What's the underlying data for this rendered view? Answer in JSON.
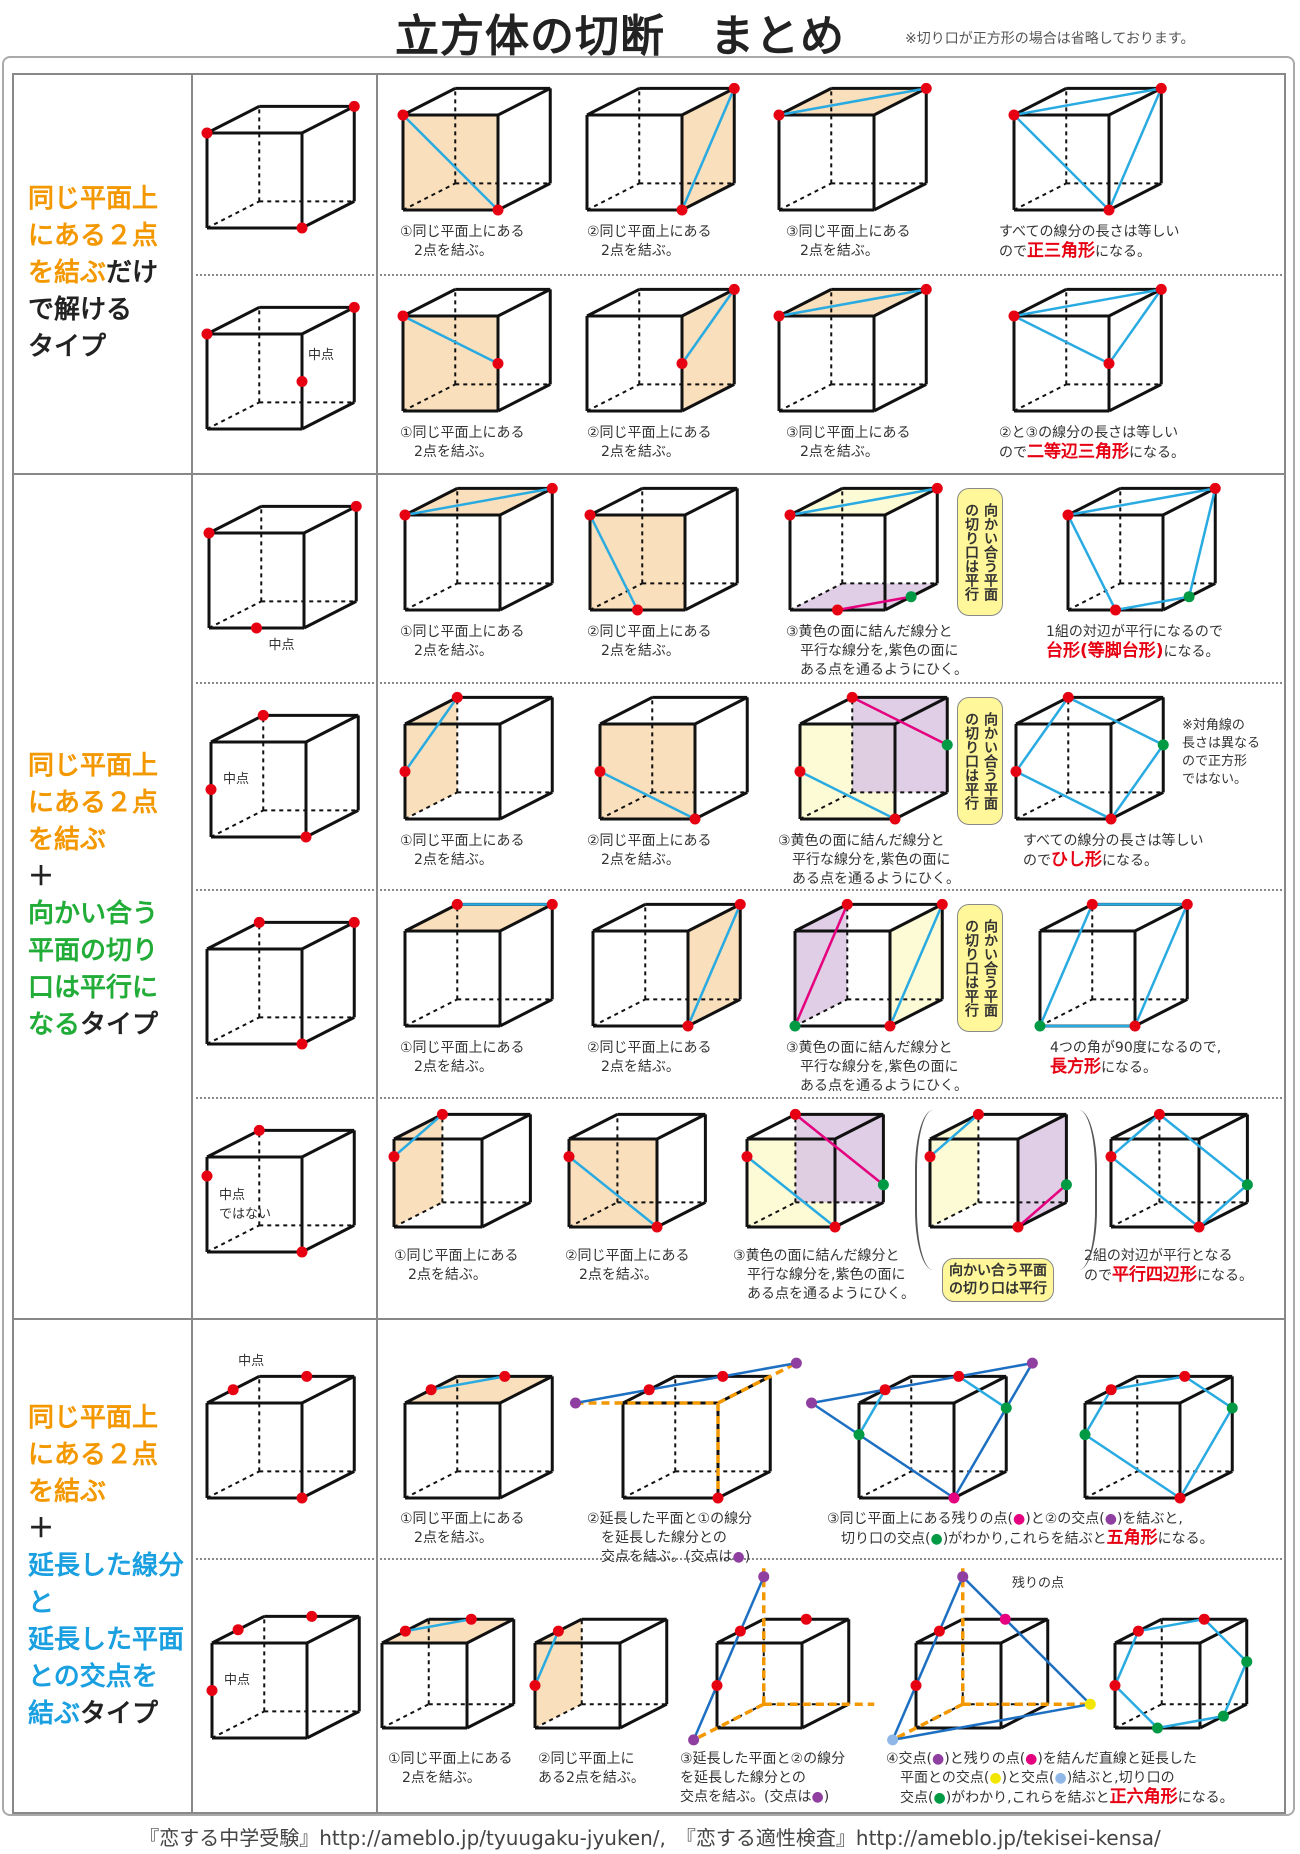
{
  "title": "立方体の切断　まとめ",
  "note": "※切り口が正方形の場合は省略しております。",
  "colors": {
    "orange": "#f39800",
    "green": "#22ac38",
    "blue": "#1aa0e0",
    "black": "#222222",
    "red": "#e60012",
    "pink": "#e4007f",
    "purple": "#8e3fa0",
    "dgreen": "#009944",
    "yellow": "#f2e600",
    "lightblue": "#8fb8e8",
    "cyan": "#29abe2",
    "tan": "#f8dcb4",
    "paleyellow": "#fdfbd2",
    "lavender": "#dcc9e2"
  },
  "sections": [
    {
      "lines": [
        [
          {
            "t": "同じ平面上",
            "c": "orange"
          }
        ],
        [
          {
            "t": "にある２点",
            "c": "orange"
          }
        ],
        [
          {
            "t": "を結ぶ",
            "c": "orange"
          },
          {
            "t": "だけ",
            "c": "black"
          }
        ],
        [
          {
            "t": "で解ける",
            "c": "black"
          }
        ],
        [
          {
            "t": "タイプ",
            "c": "black"
          }
        ]
      ]
    },
    {
      "lines": [
        [
          {
            "t": "同じ平面上",
            "c": "orange"
          }
        ],
        [
          {
            "t": "にある２点",
            "c": "orange"
          }
        ],
        [
          {
            "t": "を結ぶ",
            "c": "orange"
          }
        ],
        [
          {
            "t": "＋",
            "c": "black"
          }
        ],
        [
          {
            "t": "向かい合う",
            "c": "green"
          }
        ],
        [
          {
            "t": "平面の切り",
            "c": "green"
          }
        ],
        [
          {
            "t": "口は平行に",
            "c": "green"
          }
        ],
        [
          {
            "t": "なる",
            "c": "green"
          },
          {
            "t": "タイプ",
            "c": "black"
          }
        ]
      ]
    },
    {
      "lines": [
        [
          {
            "t": "同じ平面上",
            "c": "orange"
          }
        ],
        [
          {
            "t": "にある２点",
            "c": "orange"
          }
        ],
        [
          {
            "t": "を結ぶ",
            "c": "orange"
          }
        ],
        [
          {
            "t": "＋",
            "c": "black"
          }
        ],
        [
          {
            "t": "延長した線分",
            "c": "blue"
          }
        ],
        [
          {
            "t": "と",
            "c": "blue"
          }
        ],
        [
          {
            "t": "延長した平面",
            "c": "blue"
          }
        ],
        [
          {
            "t": "との交点を",
            "c": "blue"
          }
        ],
        [
          {
            "t": "結ぶ",
            "c": "blue"
          },
          {
            "t": "タイプ",
            "c": "black"
          }
        ]
      ]
    }
  ],
  "badge_vertical": [
    "向かい合う平面",
    "の切り口は平行"
  ],
  "badge_horizontal": [
    "向かい合う平面",
    "の切り口は平行"
  ],
  "labels": {
    "midpoint": "中点",
    "not_midpoint": [
      "中点",
      "ではない"
    ],
    "remaining_point": "残りの点"
  },
  "rows": [
    {
      "name": "equilateral-triangle",
      "captions": [
        [
          [
            {
              "t": "①同じ平面上にある"
            }
          ],
          [
            {
              "t": "　2点を結ぶ。"
            }
          ]
        ],
        [
          [
            {
              "t": "②同じ平面上にある"
            }
          ],
          [
            {
              "t": "　2点を結ぶ。"
            }
          ]
        ],
        [
          [
            {
              "t": "③同じ平面上にある"
            }
          ],
          [
            {
              "t": "　2点を結ぶ。"
            }
          ]
        ],
        [
          [
            {
              "t": "すべての線分の長さは等しい"
            }
          ],
          [
            {
              "t": "ので"
            },
            {
              "t": "正三角形",
              "c": "red",
              "b": 1
            },
            {
              "t": "になる。"
            }
          ]
        ]
      ]
    },
    {
      "name": "isosceles-triangle",
      "captions": [
        [
          [
            {
              "t": "①同じ平面上にある"
            }
          ],
          [
            {
              "t": "　2点を結ぶ。"
            }
          ]
        ],
        [
          [
            {
              "t": "②同じ平面上にある"
            }
          ],
          [
            {
              "t": "　2点を結ぶ。"
            }
          ]
        ],
        [
          [
            {
              "t": "③同じ平面上にある"
            }
          ],
          [
            {
              "t": "　2点を結ぶ。"
            }
          ]
        ],
        [
          [
            {
              "t": "②と③の線分の長さは等しい"
            }
          ],
          [
            {
              "t": "ので"
            },
            {
              "t": "二等辺三角形",
              "c": "red",
              "b": 1
            },
            {
              "t": "になる。"
            }
          ]
        ]
      ]
    },
    {
      "name": "trapezoid",
      "captions": [
        [
          [
            {
              "t": "①同じ平面上にある"
            }
          ],
          [
            {
              "t": "　2点を結ぶ。"
            }
          ]
        ],
        [
          [
            {
              "t": "②同じ平面上にある"
            }
          ],
          [
            {
              "t": "　2点を結ぶ。"
            }
          ]
        ],
        [
          [
            {
              "t": "③黄色の面に結んだ線分と"
            }
          ],
          [
            {
              "t": "　平行な線分を,紫色の面に"
            }
          ],
          [
            {
              "t": "　ある点を通るようにひく。"
            }
          ]
        ],
        [
          [
            {
              "t": "1組の対辺が平行になるので"
            }
          ],
          [
            {
              "t": "台形(等脚台形)",
              "c": "red",
              "b": 1
            },
            {
              "t": "になる。"
            }
          ]
        ]
      ]
    },
    {
      "name": "rhombus",
      "captions": [
        [
          [
            {
              "t": "①同じ平面上にある"
            }
          ],
          [
            {
              "t": "　2点を結ぶ。"
            }
          ]
        ],
        [
          [
            {
              "t": "②同じ平面上にある"
            }
          ],
          [
            {
              "t": "　2点を結ぶ。"
            }
          ]
        ],
        [
          [
            {
              "t": "③黄色の面に結んだ線分と"
            }
          ],
          [
            {
              "t": "　平行な線分を,紫色の面に"
            }
          ],
          [
            {
              "t": "　ある点を通るようにひく。"
            }
          ]
        ],
        [
          [
            {
              "t": "すべての線分の長さは等しい"
            }
          ],
          [
            {
              "t": "ので"
            },
            {
              "t": "ひし形",
              "c": "red",
              "b": 1
            },
            {
              "t": "になる。"
            }
          ]
        ]
      ],
      "extra_note": [
        "※対角線の",
        "長さは異なる",
        "ので正方形",
        "ではない。"
      ]
    },
    {
      "name": "rectangle",
      "captions": [
        [
          [
            {
              "t": "①同じ平面上にある"
            }
          ],
          [
            {
              "t": "　2点を結ぶ。"
            }
          ]
        ],
        [
          [
            {
              "t": "②同じ平面上にある"
            }
          ],
          [
            {
              "t": "　2点を結ぶ。"
            }
          ]
        ],
        [
          [
            {
              "t": "③黄色の面に結んだ線分と"
            }
          ],
          [
            {
              "t": "　平行な線分を,紫色の面に"
            }
          ],
          [
            {
              "t": "　ある点を通るようにひく。"
            }
          ]
        ],
        [
          [
            {
              "t": "4つの角が90度になるので,"
            }
          ],
          [
            {
              "t": "長方形",
              "c": "red",
              "b": 1
            },
            {
              "t": "になる。"
            }
          ]
        ]
      ]
    },
    {
      "name": "parallelogram",
      "captions": [
        [
          [
            {
              "t": "①同じ平面上にある"
            }
          ],
          [
            {
              "t": "　2点を結ぶ。"
            }
          ]
        ],
        [
          [
            {
              "t": "②同じ平面上にある"
            }
          ],
          [
            {
              "t": "　2点を結ぶ。"
            }
          ]
        ],
        [
          [
            {
              "t": "③黄色の面に結んだ線分と"
            }
          ],
          [
            {
              "t": "　平行な線分を,紫色の面に"
            }
          ],
          [
            {
              "t": "　ある点を通るようにひく。"
            }
          ]
        ],
        [
          [
            {
              "t": "2組の対辺が平行となる"
            }
          ],
          [
            {
              "t": "ので"
            },
            {
              "t": "平行四辺形",
              "c": "red",
              "b": 1
            },
            {
              "t": "になる。"
            }
          ]
        ]
      ]
    },
    {
      "name": "pentagon",
      "captions": [
        [
          [
            {
              "t": "①同じ平面上にある"
            }
          ],
          [
            {
              "t": "　2点を結ぶ。"
            }
          ]
        ],
        [
          [
            {
              "t": "②延長した平面と①の線分"
            }
          ],
          [
            {
              "t": "　を延長した線分との"
            }
          ],
          [
            {
              "t": "　交点を結ぶ。(交点は"
            },
            {
              "t": "●",
              "c": "purple"
            },
            {
              "t": ")"
            }
          ]
        ],
        [
          [
            {
              "t": "③同じ平面上にある残りの点("
            },
            {
              "t": "●",
              "c": "pink"
            },
            {
              "t": ")と②の交点("
            },
            {
              "t": "●",
              "c": "purple"
            },
            {
              "t": ")を結ぶと,"
            }
          ],
          [
            {
              "t": "　切り口の交点("
            },
            {
              "t": "●",
              "c": "dgreen"
            },
            {
              "t": ")がわかり,これらを結ぶと"
            },
            {
              "t": "五角形",
              "c": "red",
              "b": 1
            },
            {
              "t": "になる。"
            }
          ]
        ]
      ]
    },
    {
      "name": "regular-hexagon",
      "captions": [
        [
          [
            {
              "t": "①同じ平面上にある"
            }
          ],
          [
            {
              "t": "　2点を結ぶ。"
            }
          ]
        ],
        [
          [
            {
              "t": "②同じ平面上に"
            }
          ],
          [
            {
              "t": "ある2点を結ぶ。"
            }
          ]
        ],
        [
          [
            {
              "t": "③延長した平面と②の線分"
            }
          ],
          [
            {
              "t": "を延長した線分との"
            }
          ],
          [
            {
              "t": "交点を結ぶ。(交点は"
            },
            {
              "t": "●",
              "c": "purple"
            },
            {
              "t": ")"
            }
          ]
        ],
        [
          [
            {
              "t": "④交点("
            },
            {
              "t": "●",
              "c": "purple"
            },
            {
              "t": ")と残りの点("
            },
            {
              "t": "●",
              "c": "pink"
            },
            {
              "t": ")を結んだ直線と延長した"
            }
          ],
          [
            {
              "t": "　平面との交点("
            },
            {
              "t": "●",
              "c": "yellow"
            },
            {
              "t": ")と交点("
            },
            {
              "t": "●",
              "c": "lightblue"
            },
            {
              "t": ")結ぶと,切り口の"
            }
          ],
          [
            {
              "t": "　交点("
            },
            {
              "t": "●",
              "c": "dgreen"
            },
            {
              "t": ")がわかり,これらを結ぶと"
            },
            {
              "t": "正六角形",
              "c": "red",
              "b": 1
            },
            {
              "t": "になる。"
            }
          ]
        ]
      ]
    }
  ],
  "footer": "『恋する中学受験』http://ameblo.jp/tyuugaku-jyuken/,　『恋する適性検査』http://ameblo.jp/tekisei-kensa/"
}
